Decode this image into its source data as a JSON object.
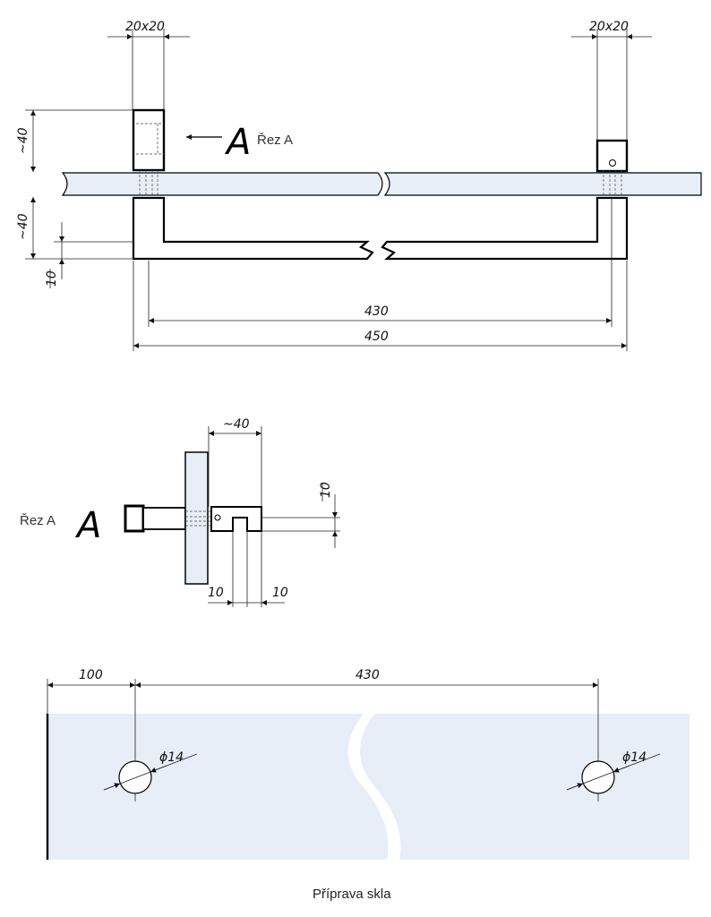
{
  "colors": {
    "glass": "#e8eef7",
    "line": "#000000"
  },
  "top_view": {
    "tube_left": "20x20",
    "tube_right": "20x20",
    "height_upper": "~40",
    "height_lower": "~40",
    "thickness": "10",
    "section_letter": "A",
    "section_label": "Řez A",
    "inner_span": "430",
    "total_span": "450"
  },
  "section_view": {
    "label": "Řez A",
    "letter": "A",
    "depth": "~40",
    "slot_height": "10",
    "slot_left": "10",
    "slot_right": "10"
  },
  "glass_prep": {
    "edge_distance": "100",
    "hole_spacing": "430",
    "hole_left": "ϕ14",
    "hole_right": "ϕ14",
    "caption": "Příprava skla"
  }
}
